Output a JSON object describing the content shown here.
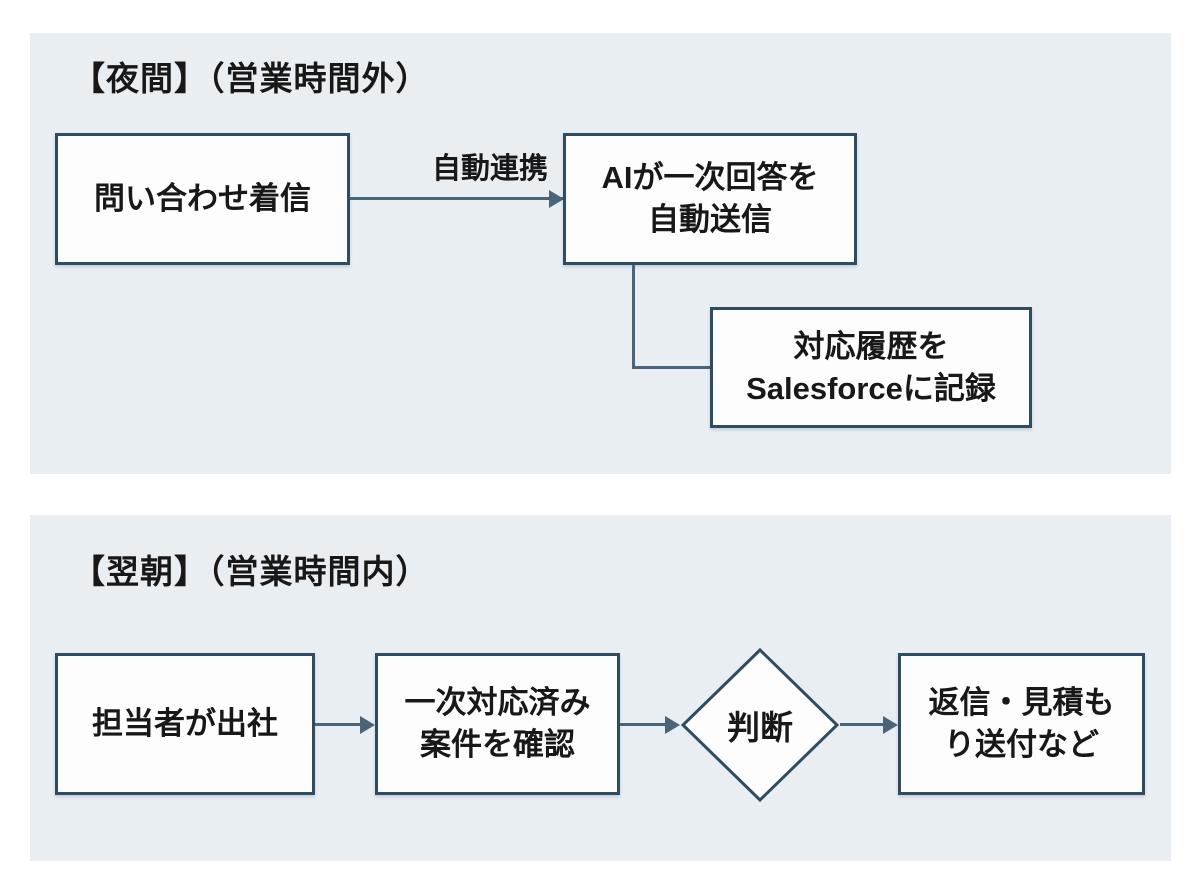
{
  "diagram": {
    "colors": {
      "page_bg": "#ffffff",
      "panel_bg": "#e9eef3",
      "node_bg": "#fdfdfe",
      "border": "#2e4d62",
      "arrow": "#4a6478",
      "text": "#181818"
    },
    "night": {
      "title": "【夜間】（営業時間外）",
      "inquiry_box": "問い合わせ着信",
      "auto_link_label": "自動連携",
      "ai_reply_box": "AIが一次回答を\n自動送信",
      "history_box": "対応履歴を\nSalesforceに記録"
    },
    "morning": {
      "title": "【翌朝】（営業時間内）",
      "arrive_box": "担当者が出社",
      "check_box": "一次対応済み\n案件を確認",
      "decision_diamond": "判断",
      "reply_box": "返信・見積も\nり送付など"
    }
  }
}
